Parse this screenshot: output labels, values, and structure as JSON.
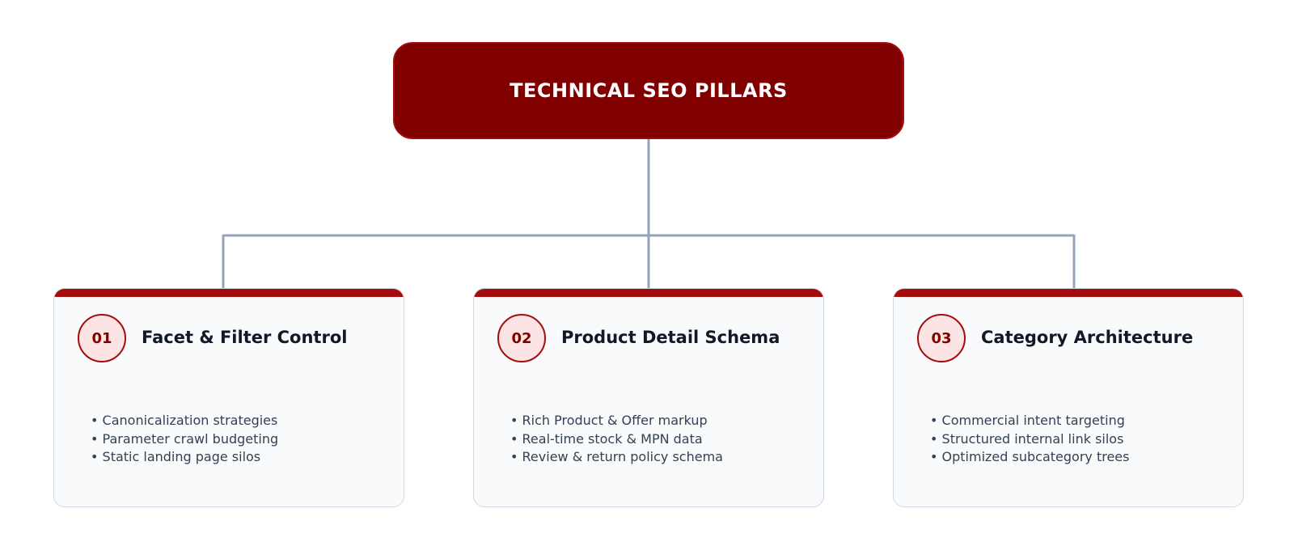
{
  "diagram": {
    "title": "TECHNICAL SEO PILLARS",
    "colors": {
      "root_fill": "#800000",
      "accent": "#a30d0d",
      "badge_fill": "#fde4e4",
      "connector": "#94a3b8",
      "card_bg": "#f8fafc"
    },
    "pillars": [
      {
        "number": "01",
        "title": "Facet & Filter Control",
        "points": [
          "Canonicalization strategies",
          "Parameter crawl budgeting",
          "Static landing page silos"
        ]
      },
      {
        "number": "02",
        "title": "Product Detail Schema",
        "points": [
          "Rich Product & Offer markup",
          "Real-time stock & MPN data",
          "Review & return policy schema"
        ]
      },
      {
        "number": "03",
        "title": "Category Architecture",
        "points": [
          "Commercial intent targeting",
          "Structured internal link silos",
          "Optimized subcategory trees"
        ]
      }
    ]
  }
}
